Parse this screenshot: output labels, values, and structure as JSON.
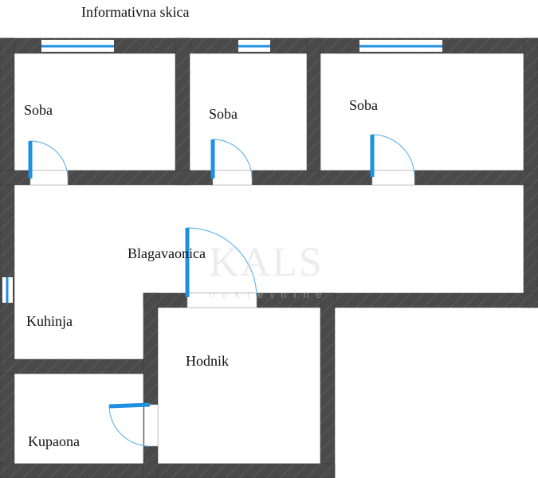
{
  "title": "Informativna skica",
  "rooms": [
    {
      "name": "Soba"
    },
    {
      "name": "Soba"
    },
    {
      "name": "Soba"
    },
    {
      "name": "Blagavaonica"
    },
    {
      "name": "Kuhinja"
    },
    {
      "name": "Hodnik"
    },
    {
      "name": "Kupaona"
    }
  ],
  "watermark": {
    "brand": "KALS",
    "sub": "nekretnine"
  },
  "colors": {
    "wall": "#4a4a4a",
    "window": "#1e90e0",
    "door_arc": "#6ab8e8"
  }
}
